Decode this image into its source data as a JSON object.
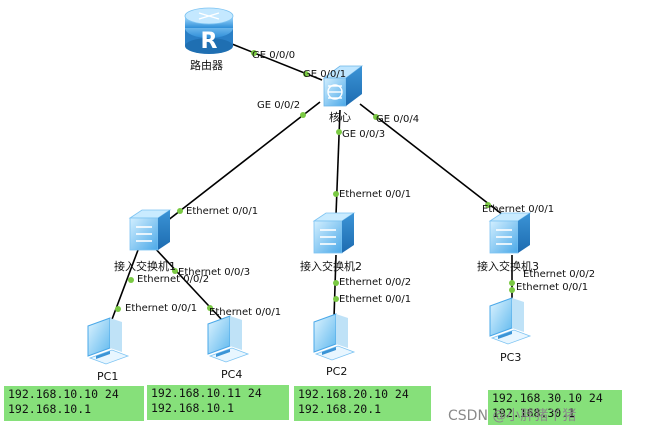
{
  "devices": {
    "router": {
      "label": "路由器",
      "icon": "router-icon"
    },
    "core": {
      "label": "核心",
      "icon": "l3-switch-icon"
    },
    "sw1": {
      "label": "接入交换机1",
      "icon": "switch-icon"
    },
    "sw2": {
      "label": "接入交换机2",
      "icon": "switch-icon"
    },
    "sw3": {
      "label": "接入交换机3",
      "icon": "switch-icon"
    },
    "pc1": {
      "label": "PC1",
      "icon": "pc-icon"
    },
    "pc4": {
      "label": "PC4",
      "icon": "pc-icon"
    },
    "pc2": {
      "label": "PC2",
      "icon": "pc-icon"
    },
    "pc3": {
      "label": "PC3",
      "icon": "pc-icon"
    }
  },
  "ports": {
    "router_ge000": "GE 0/0/0",
    "core_ge001": "GE 0/0/1",
    "core_ge002": "GE 0/0/2",
    "core_ge003": "GE 0/0/3",
    "core_ge004": "GE 0/0/4",
    "sw1_up": "Ethernet 0/0/1",
    "sw1_p2": "Ethernet 0/0/2",
    "sw1_p3": "Ethernet 0/0/3",
    "pc1_port": "Ethernet 0/0/1",
    "pc4_port": "Ethernet 0/0/1",
    "sw2_up": "Ethernet 0/0/1",
    "sw2_p2": "Ethernet 0/0/2",
    "pc2_port": "Ethernet 0/0/1",
    "sw3_up": "Ethernet 0/0/1",
    "sw3_p2": "Ethernet 0/0/2",
    "pc3_port": "Ethernet 0/0/1"
  },
  "ip_notes": {
    "pc1": {
      "line1": "192.168.10.10 24",
      "line2": "192.168.10.1"
    },
    "pc4": {
      "line1": "192.168.10.11 24",
      "line2": "192.168.10.1"
    },
    "pc2": {
      "line1": "192.168.20.10 24",
      "line2": "192.168.20.1"
    },
    "pc3": {
      "line1": "192.168.30.10 24",
      "line2": "192.168.30.1"
    }
  },
  "watermark": "CSDN @小胖猪丫猪",
  "colors": {
    "link": "#000000",
    "port_dot": "#7ac943",
    "ip_box": "#86e07a",
    "device_blue": "#4aa8e8"
  }
}
